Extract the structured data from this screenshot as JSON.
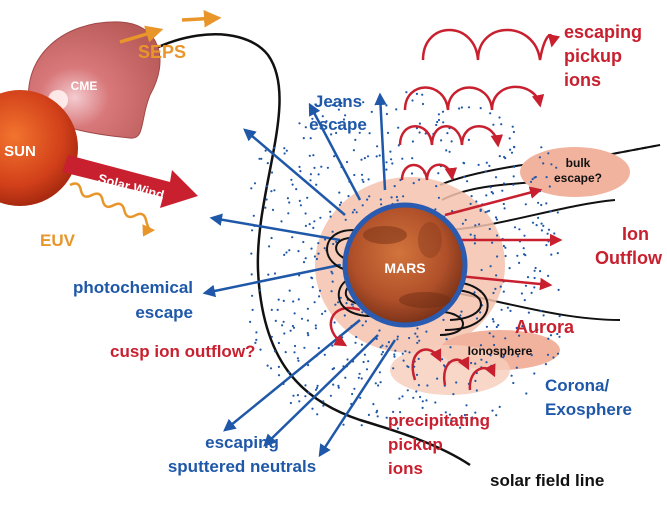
{
  "labels": {
    "sun": "SUN",
    "cme": "CME",
    "seps": "SEPS",
    "solar_wind": "Solar Wind",
    "euv": "EUV",
    "jeans_escape_1": "Jeans",
    "jeans_escape_2": "escape",
    "photochemical_1": "photochemical",
    "photochemical_2": "escape",
    "cusp": "cusp ion outflow?",
    "sputtered_1": "escaping",
    "sputtered_2": "sputtered neutrals",
    "pickup_1": "escaping",
    "pickup_2": "pickup",
    "pickup_3": "ions",
    "bulk_1": "bulk",
    "bulk_2": "escape?",
    "ion_outflow_1": "Ion",
    "ion_outflow_2": "Outflow",
    "mars": "MARS",
    "aurora": "Aurora",
    "ionosphere": "Ionosphere",
    "corona_1": "Corona/",
    "corona_2": "Exosphere",
    "precip_1": "precipitating",
    "precip_2": "pickup",
    "precip_3": "ions",
    "field_line": "solar field line"
  },
  "colors": {
    "blue": "#1f58a8",
    "red": "#c8202f",
    "orange": "#e8962a",
    "mars": "#b4532a",
    "sun": "#d8431c",
    "halo": "#f3b7a0"
  }
}
